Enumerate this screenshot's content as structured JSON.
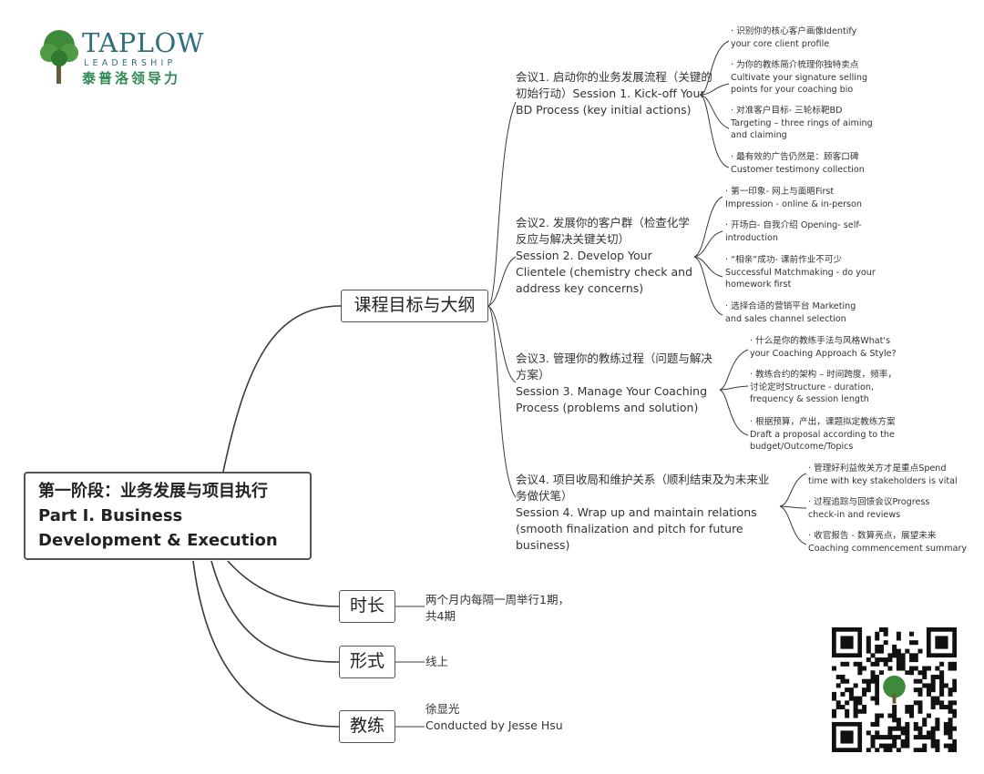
{
  "logo": {
    "name": "TAPLOW",
    "sub": "LEADERSHIP",
    "cn": "泰普洛领导力"
  },
  "root": {
    "line1": "第一阶段：业务发展与项目执行",
    "line2": "Part I. Business",
    "line3": "Development & Execution"
  },
  "branches": {
    "outline": {
      "label": "课程目标与大纲",
      "sessions": [
        {
          "cn": "会议1. 启动你的业务发展流程（关键的初始行动）Session 1.   Kick-off Your BD Process (key initial actions)",
          "items": [
            {
              "cn": "· 识别你的核心客户画像Identify",
              "en": "your core client profile"
            },
            {
              "cn": "· 为你的教练简介梳理你独特卖点",
              "en": "Cultivate your signature selling points for your coaching bio"
            },
            {
              "cn": "· 对准客户目标- 三轮标靶BD",
              "en": "Targeting – three rings of aiming and claiming"
            },
            {
              "cn": "· 最有效的广告仍然是：顾客口碑",
              "en": "Customer testimony collection"
            }
          ]
        },
        {
          "cn": "会议2. 发展你的客户群（检查化学反应与解决关键关切）",
          "en": "Session 2.   Develop Your Clientele (chemistry check and address key concerns)",
          "items": [
            {
              "cn": "· 第一印象- 网上与面晤First",
              "en": "Impression - online & in-person"
            },
            {
              "cn": "· 开场白- 自我介绍 Opening- self-",
              "en": "introduction"
            },
            {
              "cn": "· “相亲”成功- 课前作业不可少",
              "en": "Successful Matchmaking - do your homework first"
            },
            {
              "cn": "· 选择合适的营销平台 Marketing",
              "en": "and sales channel selection"
            }
          ]
        },
        {
          "cn": "会议3. 管理你的教练过程（问题与解决方案）",
          "en": "Session 3.   Manage Your Coaching Process (problems and solution)",
          "items": [
            {
              "cn": "· 什么是你的教练手法与风格What's",
              "en": "your Coaching Approach & Style?"
            },
            {
              "cn": "· 教练合约的架构 – 时间跨度，频率，",
              "en": "讨论定时Structure - duration, frequency & session length"
            },
            {
              "cn": "· 根据预算，产出，课题拟定教练方案",
              "en": "Draft a proposal according to the budget/Outcome/Topics"
            }
          ]
        },
        {
          "cn": "会议4. 项目收局和维护关系（顺利结束及为未来业务做伏笔）",
          "en": "Session 4.   Wrap up and maintain relations (smooth finalization and pitch for future business)",
          "items": [
            {
              "cn": "· 管理好利益攸关方才是重点Spend",
              "en": "time with key stakeholders is vital"
            },
            {
              "cn": "· 过程追踪与回馈会议Progress",
              "en": "check-in and reviews"
            },
            {
              "cn": "· 收官报告 - 数算亮点，展望未来",
              "en": "Coaching commencement summary"
            }
          ]
        }
      ]
    },
    "duration": {
      "label": "时长",
      "line1": "两个月内每隔一周举行1期，",
      "line2": "共4期"
    },
    "format": {
      "label": "形式",
      "value": "线上"
    },
    "coach": {
      "label": "教练",
      "line1": "徐显光",
      "line2": "Conducted by Jesse Hsu"
    }
  },
  "colors": {
    "line": "#3a3a3a",
    "logo_blue": "#2f6f7c",
    "logo_green": "#2e8a54"
  }
}
